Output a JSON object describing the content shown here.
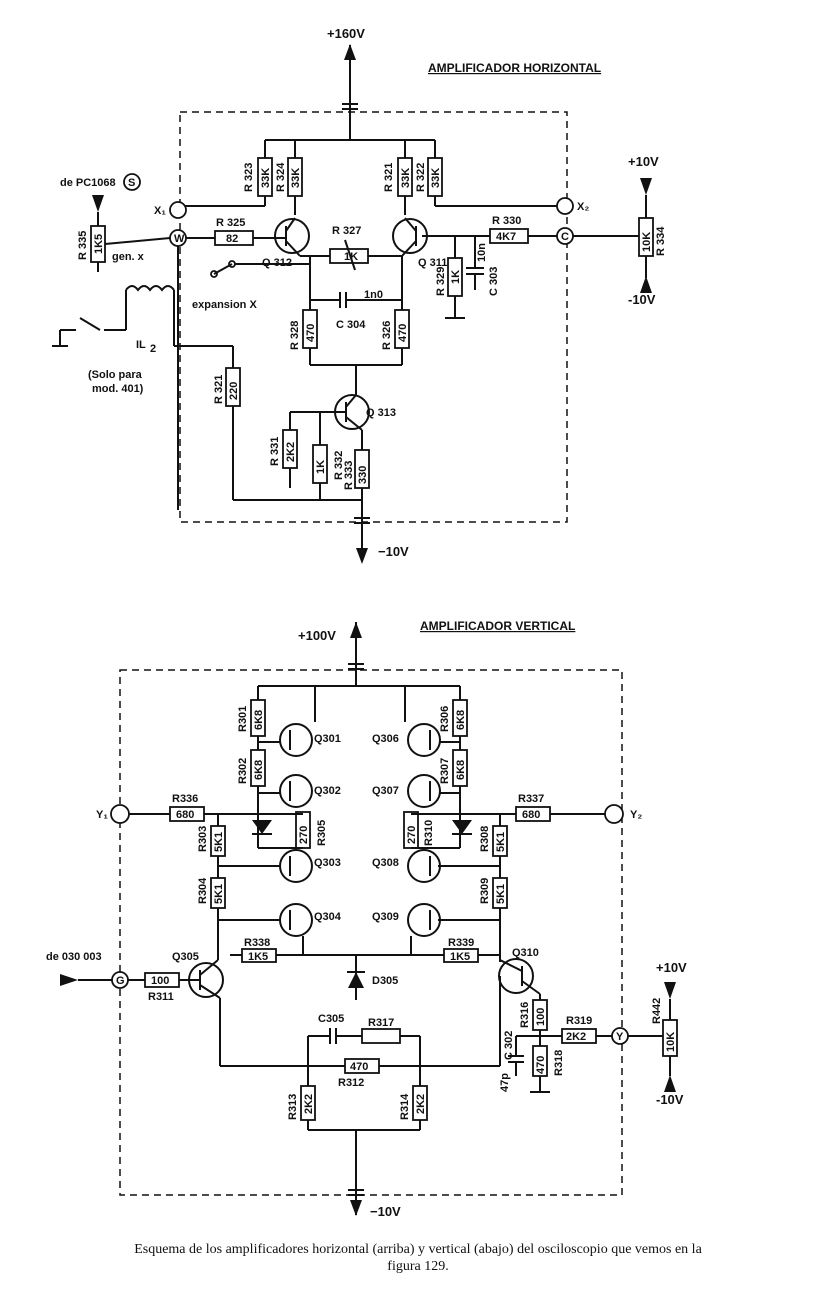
{
  "horizontal": {
    "title": "AMPLIFICADOR HORIZONTAL",
    "rail_top": "+160V",
    "rail_bottom": "−10V",
    "side_top": "+10V",
    "side_bottom": "-10V",
    "source": "de PC1068",
    "source_node": "S",
    "gen_label": "gen. x",
    "expansion_label": "expansion X",
    "il2": "IL",
    "il2_sub": "2",
    "note_line1": "(Solo para",
    "note_line2": "mod. 401)",
    "nodes": {
      "x1": "X₁",
      "x2": "X₂",
      "w": "W",
      "c": "C"
    },
    "transistors": {
      "q312": "Q 312",
      "q311": "Q 311",
      "q313": "Q 313"
    },
    "resistors": [
      {
        "ref": "R 323",
        "val": "33K"
      },
      {
        "ref": "R 324",
        "val": "33K"
      },
      {
        "ref": "R 321",
        "val": "33K"
      },
      {
        "ref": "R 322",
        "val": "33K"
      },
      {
        "ref": "R 325",
        "val": "82"
      },
      {
        "ref": "R 327",
        "val": "1K"
      },
      {
        "ref": "R 330",
        "val": "4K7"
      },
      {
        "ref": "R 329",
        "val": "1K"
      },
      {
        "ref": "R 334",
        "val": "10K"
      },
      {
        "ref": "R 335",
        "val": "1K5"
      },
      {
        "ref": "R 328",
        "val": "470"
      },
      {
        "ref": "R 326",
        "val": "470"
      },
      {
        "ref": "R 321",
        "val": "220"
      },
      {
        "ref": "R 331",
        "val": "2K2"
      },
      {
        "ref": "R 332",
        "val": "1K"
      },
      {
        "ref": "R 333",
        "val": "330"
      }
    ],
    "capacitors": [
      {
        "ref": "C 303",
        "val": "10n"
      },
      {
        "ref": "C 304",
        "val": "1n0"
      }
    ]
  },
  "vertical": {
    "title": "AMPLIFICADOR VERTICAL",
    "rail_top": "+100V",
    "rail_bottom": "−10V",
    "side_top": "+10V",
    "side_bottom": "-10V",
    "source": "de 030 003",
    "nodes": {
      "y1": "Y₁",
      "y2": "Y₂",
      "g": "G",
      "y": "Y"
    },
    "transistors": {
      "q301": "Q301",
      "q302": "Q302",
      "q303": "Q303",
      "q304": "Q304",
      "q305": "Q305",
      "q306": "Q306",
      "q307": "Q307",
      "q308": "Q308",
      "q309": "Q309",
      "q310": "Q310"
    },
    "diode": "D305",
    "resistors": [
      {
        "ref": "R301",
        "val": "6K8"
      },
      {
        "ref": "R302",
        "val": "6K8"
      },
      {
        "ref": "R303",
        "val": "5K1"
      },
      {
        "ref": "R304",
        "val": "5K1"
      },
      {
        "ref": "R305",
        "val": "270"
      },
      {
        "ref": "R306",
        "val": "6K8"
      },
      {
        "ref": "R307",
        "val": "6K8"
      },
      {
        "ref": "R308",
        "val": "5K1"
      },
      {
        "ref": "R309",
        "val": "5K1"
      },
      {
        "ref": "R310",
        "val": "270"
      },
      {
        "ref": "R336",
        "val": "680"
      },
      {
        "ref": "R337",
        "val": "680"
      },
      {
        "ref": "R338",
        "val": "1K5"
      },
      {
        "ref": "R339",
        "val": "1K5"
      },
      {
        "ref": "R311",
        "val": "100"
      },
      {
        "ref": "R317",
        "val": ""
      },
      {
        "ref": "R312",
        "val": "470"
      },
      {
        "ref": "R313",
        "val": "2K2"
      },
      {
        "ref": "R314",
        "val": "2K2"
      },
      {
        "ref": "R316",
        "val": "100"
      },
      {
        "ref": "R318",
        "val": "470"
      },
      {
        "ref": "R319",
        "val": "2K2"
      },
      {
        "ref": "R442",
        "val": "10K"
      }
    ],
    "capacitors": [
      {
        "ref": "C305",
        "val": ""
      },
      {
        "ref": "C 302",
        "val": "47p"
      }
    ]
  },
  "caption": {
    "line1": "Esquema de los amplificadores horizontal (arriba) y vertical (abajo) del osciloscopio que vemos en la",
    "line2": "figura 129."
  }
}
